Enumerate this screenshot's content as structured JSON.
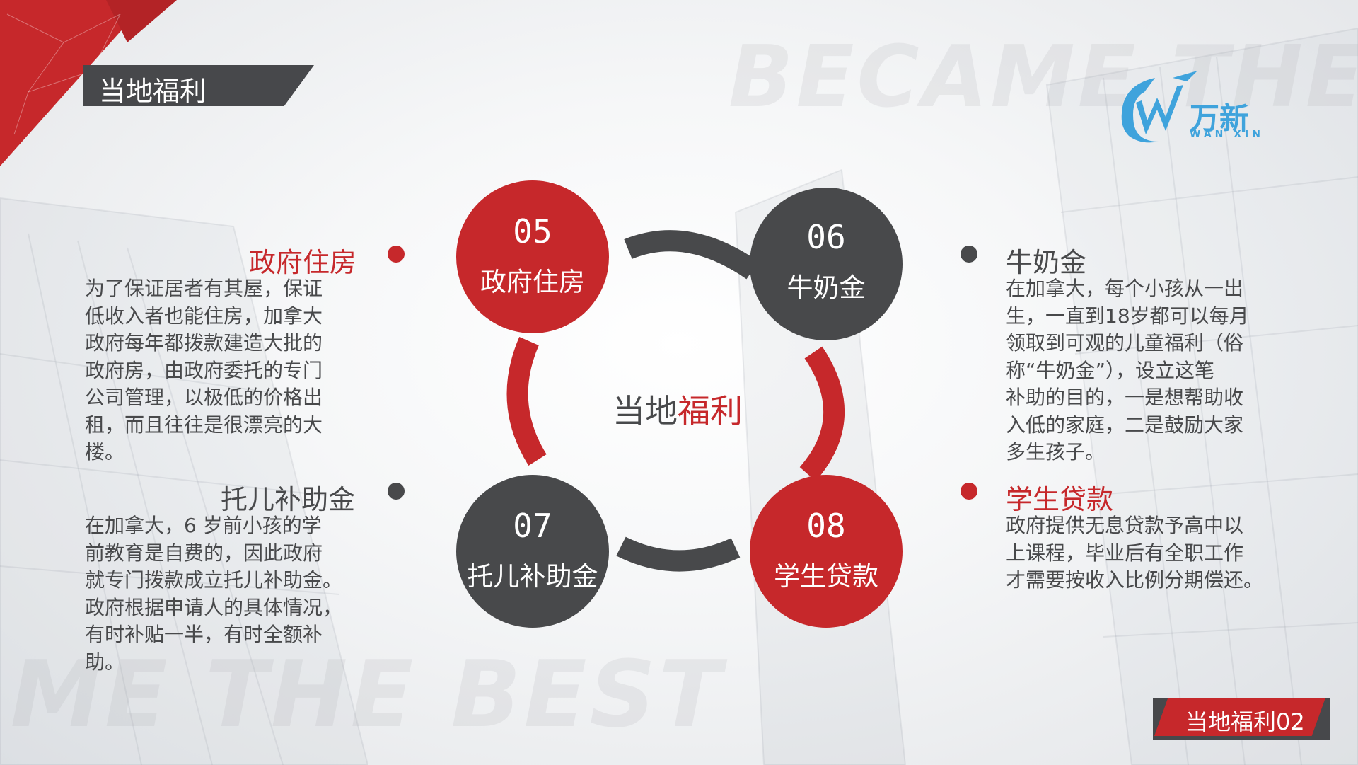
{
  "slide": {
    "title": "当地福利",
    "watermark_top": "BECAME THE BEST",
    "watermark_bottom": "AME THE BEST",
    "footer_label": "当地福利02"
  },
  "logo": {
    "name_cn": "万新",
    "name_en": "WAN XIN",
    "color": "#3fa3dc"
  },
  "center": {
    "title_part1": "当地",
    "title_part2": "福利"
  },
  "circles": [
    {
      "num": "05",
      "name": "政府住房",
      "color": "#c6282b"
    },
    {
      "num": "06",
      "name": "牛奶金",
      "color": "#48494b"
    },
    {
      "num": "07",
      "name": "托儿补助金",
      "color": "#48494b"
    },
    {
      "num": "08",
      "name": "学生贷款",
      "color": "#c6282b"
    }
  ],
  "sections": {
    "housing": {
      "heading": "政府住房",
      "lines": [
        "为了保证居者有其屋，保证",
        "低收入者也能住房，加拿大",
        "政府每年都拨款建造大批的",
        "政府房，由政府委托的专门",
        "公司管理，以极低的价格出",
        "租，而且往往是很漂亮的大",
        "楼。"
      ]
    },
    "childcare": {
      "heading": "托儿补助金",
      "lines": [
        "在加拿大，6 岁前小孩的学",
        "前教育是自费的，因此政府",
        "就专门拨款成立托儿补助金。",
        "政府根据申请人的具体情况，",
        "有时补贴一半，有时全额补",
        "助。"
      ]
    },
    "milk": {
      "heading": "牛奶金",
      "lines": [
        "在加拿大，每个小孩从一出",
        "生，一直到18岁都可以每月",
        "领取到可观的儿童福利（俗",
        "称“牛奶金”），设立这笔",
        "补助的目的，一是想帮助收",
        "入低的家庭，二是鼓励大家",
        "多生孩子。"
      ]
    },
    "loan": {
      "heading": "学生贷款",
      "lines": [
        "政府提供无息贷款予高中以",
        "上课程，毕业后有全职工作",
        "才需要按收入比例分期偿还。"
      ]
    }
  },
  "colors": {
    "accent_red": "#c6282b",
    "dark_gray": "#48494b"
  }
}
